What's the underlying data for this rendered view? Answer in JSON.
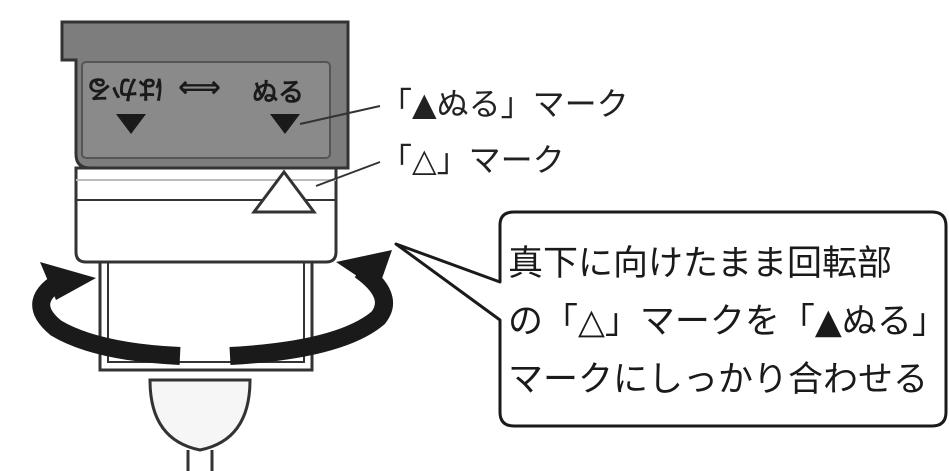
{
  "cap": {
    "left_text": "はかる",
    "arrow_glyph": "⟺",
    "right_text": "ぬる"
  },
  "callouts": {
    "filled_mark": "「▲ぬる」マーク",
    "outline_mark": "「△」マーク"
  },
  "bubble": {
    "lines": [
      "真下に向けたまま回転部",
      "の「△」マークを「▲ぬる」",
      "マークにしっかり合わせる"
    ]
  },
  "colors": {
    "cap_fill": "#7d7d7d",
    "body_fill": "#ffffff",
    "outline": "#333333",
    "arrow": "#1a1a1a"
  }
}
